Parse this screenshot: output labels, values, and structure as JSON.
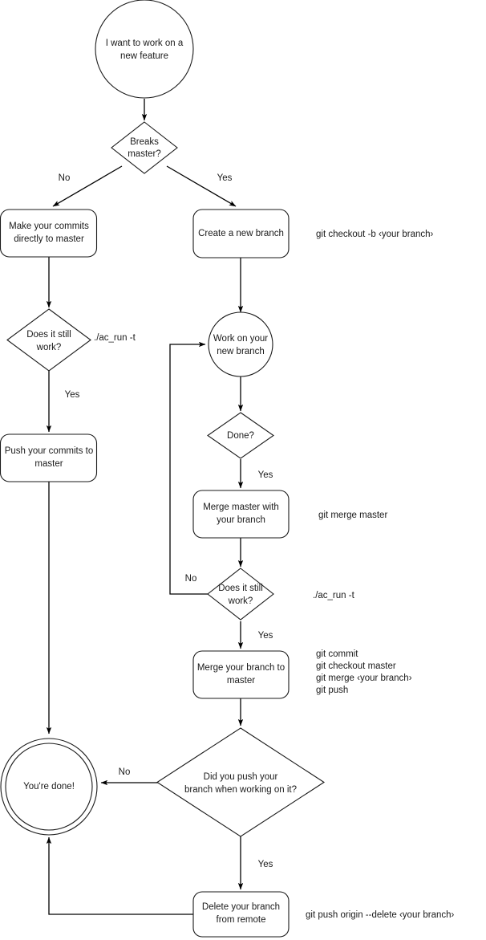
{
  "diagram": {
    "title": "Git branching workflow flowchart",
    "colors": {
      "stroke": "#1a1a1a",
      "edge": "#000000",
      "fill": "#ffffff",
      "text": "#1a1a1a"
    },
    "nodes": {
      "start": {
        "label_line1": "I want to work on a",
        "label_line2": "new feature",
        "shape": "circle"
      },
      "breaks_master": {
        "label_line1": "Breaks",
        "label_line2": "master?",
        "shape": "diamond"
      },
      "make_commits": {
        "label_line1": "Make your commits",
        "label_line2": "directly to master",
        "shape": "rounded-rect"
      },
      "create_branch": {
        "label_line1": "Create a new branch",
        "label_line2": "",
        "shape": "rounded-rect"
      },
      "does_it_work_left": {
        "label_line1": "Does it still",
        "label_line2": "work?",
        "shape": "diamond"
      },
      "work_on_branch": {
        "label_line1": "Work on your",
        "label_line2": "new branch",
        "shape": "circle"
      },
      "push_commits": {
        "label_line1": "Push your commits to",
        "label_line2": "master",
        "shape": "rounded-rect"
      },
      "done_q": {
        "label_line1": "Done?",
        "label_line2": "",
        "shape": "diamond"
      },
      "merge_master": {
        "label_line1": "Merge master with",
        "label_line2": "your branch",
        "shape": "rounded-rect"
      },
      "does_it_work_right": {
        "label_line1": "Does it still",
        "label_line2": "work?",
        "shape": "diamond"
      },
      "merge_branch": {
        "label_line1": "Merge your branch to",
        "label_line2": "master",
        "shape": "rounded-rect"
      },
      "did_you_push": {
        "label_line1": "Did you push your",
        "label_line2": "branch when working on it?",
        "shape": "diamond"
      },
      "delete_branch": {
        "label_line1": "Delete your branch",
        "label_line2": "from remote",
        "shape": "rounded-rect"
      },
      "youre_done": {
        "label_line1": "You're done!",
        "label_line2": "",
        "shape": "double-circle"
      }
    },
    "edge_labels": {
      "breaks_no": "No",
      "breaks_yes": "Yes",
      "work_left_yes": "Yes",
      "done_yes": "Yes",
      "work_right_no": "No",
      "work_right_yes": "Yes",
      "push_no": "No",
      "push_yes": "Yes"
    },
    "annotations": {
      "checkout_b": "git checkout -b ‹your branch›",
      "ac_run_left": "./ac_run -t",
      "merge_master_cmd": "git merge master",
      "ac_run_right": "./ac_run -t",
      "merge_cmds_1": "git commit",
      "merge_cmds_2": "git checkout master",
      "merge_cmds_3": "git merge ‹your branch›",
      "merge_cmds_4": "git push",
      "delete_remote_cmd": "git push origin --delete ‹your branch›"
    }
  }
}
